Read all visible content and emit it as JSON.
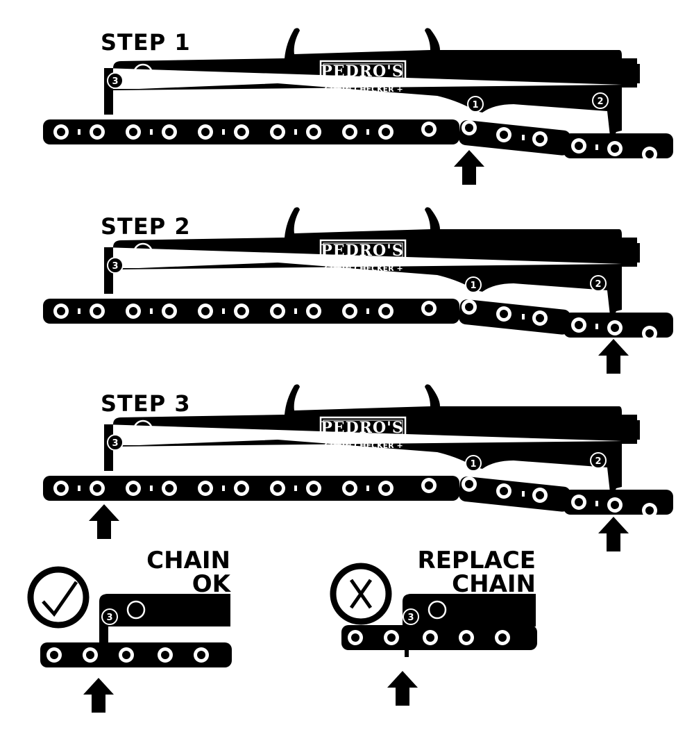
{
  "steps": [
    {
      "title": "STEP 1",
      "brand": "PEDRO'S",
      "product": "CHAIN CHECKER +"
    },
    {
      "title": "STEP 2",
      "brand": "PEDRO'S",
      "product": "CHAIN CHECKER +"
    },
    {
      "title": "STEP 3",
      "brand": "PEDRO'S",
      "product": "CHAIN CHECKER +"
    }
  ],
  "markers": {
    "one": "1",
    "two": "2",
    "three": "3"
  },
  "results": {
    "ok": {
      "line1": "CHAIN",
      "line2": "OK",
      "icon": "check-icon"
    },
    "replace": {
      "line1": "REPLACE",
      "line2": "CHAIN",
      "icon": "x-icon"
    }
  },
  "colors": {
    "ink": "#000000",
    "paper": "#ffffff"
  }
}
